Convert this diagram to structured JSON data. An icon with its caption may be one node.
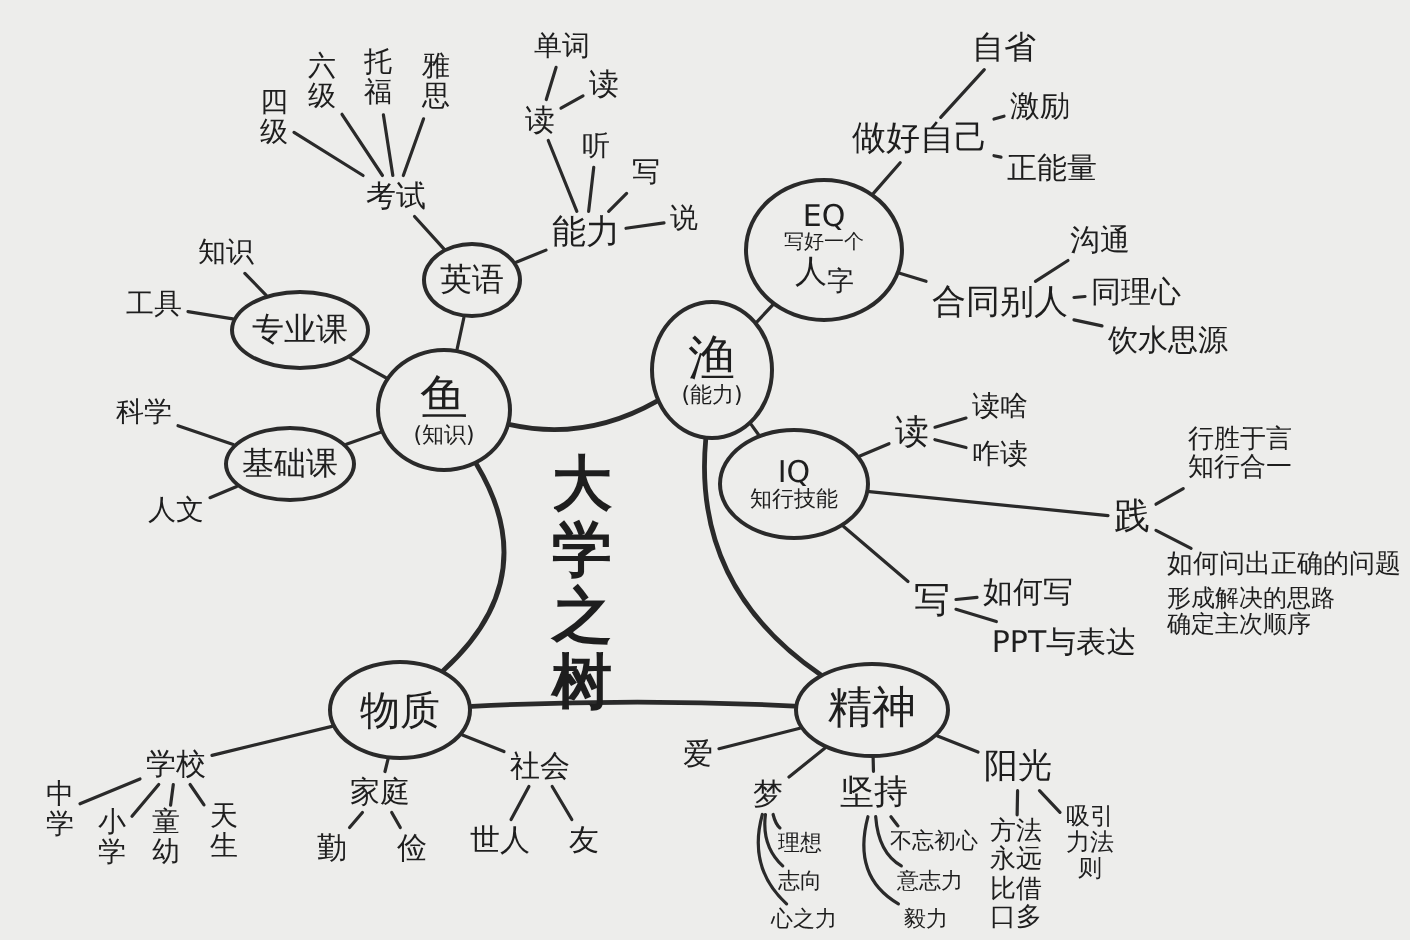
{
  "diagram": {
    "title": "大学之树",
    "nodes": [
      {
        "text": [
          "鱼",
          "(知识)"
        ]
      },
      {
        "text": [
          "英语"
        ]
      },
      {
        "text": [
          "考试"
        ]
      },
      {
        "text": [
          "四级"
        ]
      },
      {
        "text": [
          "六级"
        ]
      },
      {
        "text": [
          "托福"
        ]
      },
      {
        "text": [
          "雅思"
        ]
      },
      {
        "text": [
          "能力"
        ]
      },
      {
        "text": [
          "读"
        ]
      },
      {
        "text": [
          "单词"
        ]
      },
      {
        "text": [
          "读"
        ]
      },
      {
        "text": [
          "听"
        ]
      },
      {
        "text": [
          "写"
        ]
      },
      {
        "text": [
          "说"
        ]
      },
      {
        "text": [
          "专业课"
        ]
      },
      {
        "text": [
          "知识"
        ]
      },
      {
        "text": [
          "工具"
        ]
      },
      {
        "text": [
          "基础课"
        ]
      },
      {
        "text": [
          "科学"
        ]
      },
      {
        "text": [
          "人文"
        ]
      },
      {
        "text": [
          "渔",
          "(能力)"
        ]
      },
      {
        "text": [
          "EQ",
          "写好一个",
          "人$_{字}$"
        ]
      },
      {
        "text": [
          "做好自己"
        ]
      },
      {
        "text": [
          "自省"
        ]
      },
      {
        "text": [
          "激励"
        ]
      },
      {
        "text": [
          "正能量"
        ]
      },
      {
        "text": [
          "合同别人"
        ]
      },
      {
        "text": [
          "沟通"
        ]
      },
      {
        "text": [
          "同理心"
        ]
      },
      {
        "text": [
          "饮水思源"
        ]
      },
      {
        "text": [
          "IQ",
          "知行技能"
        ]
      },
      {
        "text": [
          "读"
        ]
      },
      {
        "text": [
          "读啥"
        ]
      },
      {
        "text": [
          "咋读"
        ]
      },
      {
        "text": [
          "践"
        ]
      },
      {
        "text": [
          "行胜于言",
          "知行合一"
        ]
      },
      {
        "text": [
          "如何问出正确的问题",
          "形成解决的思路确定主次顺序"
        ]
      },
      {
        "text": [
          "写"
        ]
      },
      {
        "text": [
          "如何写"
        ]
      },
      {
        "text": [
          "PPT与表达"
        ]
      },
      {
        "text": [
          "物质"
        ]
      },
      {
        "text": [
          "学校"
        ]
      },
      {
        "text": [
          "中学"
        ]
      },
      {
        "text": [
          "小学"
        ]
      },
      {
        "text": [
          "童幼"
        ]
      },
      {
        "text": [
          "天生"
        ]
      },
      {
        "text": [
          "家庭"
        ]
      },
      {
        "text": [
          "勤"
        ]
      },
      {
        "text": [
          "俭"
        ]
      },
      {
        "text": [
          "社会"
        ]
      },
      {
        "text": [
          "世人"
        ]
      },
      {
        "text": [
          "友"
        ]
      },
      {
        "text": [
          "精神"
        ]
      },
      {
        "text": [
          "爱"
        ]
      },
      {
        "text": [
          "梦"
        ]
      },
      {
        "text": [
          "理想"
        ]
      },
      {
        "text": [
          "志向"
        ]
      },
      {
        "text": [
          "心之力"
        ]
      },
      {
        "text": [
          "坚持"
        ]
      },
      {
        "text": [
          "不忘初心"
        ]
      },
      {
        "text": [
          "意志力"
        ]
      },
      {
        "text": [
          "毅力"
        ]
      },
      {
        "text": [
          "阳光"
        ]
      },
      {
        "text": [
          "方法永远比借口多"
        ]
      },
      {
        "text": [
          "吸引力法则"
        ]
      }
    ],
    "edges": [
      {
        "from": 0,
        "to": 20,
        "arrow": "none"
      },
      {
        "from": 0,
        "to": 40,
        "arrow": "none"
      },
      {
        "from": 20,
        "to": 52,
        "arrow": "none"
      },
      {
        "from": 40,
        "to": 52,
        "arrow": "none"
      },
      {
        "from": 0,
        "to": 1,
        "arrow": "none"
      },
      {
        "from": 1,
        "to": 2,
        "arrow": "none"
      },
      {
        "from": 2,
        "to": 3,
        "arrow": "none"
      },
      {
        "from": 2,
        "to": 4,
        "arrow": "none"
      },
      {
        "from": 2,
        "to": 5,
        "arrow": "none"
      },
      {
        "from": 2,
        "to": 6,
        "arrow": "none"
      },
      {
        "from": 1,
        "to": 7,
        "arrow": "none"
      },
      {
        "from": 7,
        "to": 8,
        "arrow": "none"
      },
      {
        "from": 8,
        "to": 9,
        "arrow": "none"
      },
      {
        "from": 8,
        "to": 10,
        "arrow": "none"
      },
      {
        "from": 7,
        "to": 11,
        "arrow": "none"
      },
      {
        "from": 7,
        "to": 12,
        "arrow": "none"
      },
      {
        "from": 7,
        "to": 13,
        "arrow": "none"
      },
      {
        "from": 0,
        "to": 14,
        "arrow": "none"
      },
      {
        "from": 14,
        "to": 15,
        "arrow": "none"
      },
      {
        "from": 14,
        "to": 16,
        "arrow": "none"
      },
      {
        "from": 0,
        "to": 17,
        "arrow": "none"
      },
      {
        "from": 17,
        "to": 18,
        "arrow": "none"
      },
      {
        "from": 17,
        "to": 19,
        "arrow": "none"
      },
      {
        "from": 20,
        "to": 21,
        "arrow": "none"
      },
      {
        "from": 21,
        "to": 22,
        "arrow": "none"
      },
      {
        "from": 22,
        "to": 23,
        "arrow": "none"
      },
      {
        "from": 22,
        "to": 24,
        "arrow": "none"
      },
      {
        "from": 22,
        "to": 25,
        "arrow": "none"
      },
      {
        "from": 21,
        "to": 26,
        "arrow": "none"
      },
      {
        "from": 26,
        "to": 27,
        "arrow": "none"
      },
      {
        "from": 26,
        "to": 28,
        "arrow": "none"
      },
      {
        "from": 26,
        "to": 29,
        "arrow": "none"
      },
      {
        "from": 20,
        "to": 30,
        "arrow": "none"
      },
      {
        "from": 30,
        "to": 31,
        "arrow": "none"
      },
      {
        "from": 31,
        "to": 32,
        "arrow": "none"
      },
      {
        "from": 31,
        "to": 33,
        "arrow": "none"
      },
      {
        "from": 30,
        "to": 34,
        "arrow": "none"
      },
      {
        "from": 34,
        "to": 35,
        "arrow": "none"
      },
      {
        "from": 34,
        "to": 36,
        "arrow": "none"
      },
      {
        "from": 30,
        "to": 37,
        "arrow": "none"
      },
      {
        "from": 37,
        "to": 38,
        "arrow": "none"
      },
      {
        "from": 37,
        "to": 39,
        "arrow": "none"
      },
      {
        "from": 40,
        "to": 41,
        "arrow": "none"
      },
      {
        "from": 41,
        "to": 42,
        "arrow": "none"
      },
      {
        "from": 41,
        "to": 43,
        "arrow": "none"
      },
      {
        "from": 41,
        "to": 44,
        "arrow": "none"
      },
      {
        "from": 41,
        "to": 45,
        "arrow": "none"
      },
      {
        "from": 40,
        "to": 46,
        "arrow": "none"
      },
      {
        "from": 46,
        "to": 47,
        "arrow": "none"
      },
      {
        "from": 46,
        "to": 48,
        "arrow": "none"
      },
      {
        "from": 40,
        "to": 49,
        "arrow": "none"
      },
      {
        "from": 49,
        "to": 50,
        "arrow": "none"
      },
      {
        "from": 49,
        "to": 51,
        "arrow": "none"
      },
      {
        "from": 52,
        "to": 53,
        "arrow": "none"
      },
      {
        "from": 52,
        "to": 54,
        "arrow": "none"
      },
      {
        "from": 54,
        "to": 55,
        "arrow": "none"
      },
      {
        "from": 54,
        "to": 56,
        "arrow": "none"
      },
      {
        "from": 54,
        "to": 57,
        "arrow": "none"
      },
      {
        "from": 52,
        "to": 58,
        "arrow": "none"
      },
      {
        "from": 58,
        "to": 59,
        "arrow": "none"
      },
      {
        "from": 58,
        "to": 60,
        "arrow": "none"
      },
      {
        "from": 58,
        "to": 61,
        "arrow": "none"
      },
      {
        "from": 52,
        "to": 62,
        "arrow": "none"
      },
      {
        "from": 62,
        "to": 63,
        "arrow": "none"
      },
      {
        "from": 62,
        "to": 64,
        "arrow": "none"
      }
    ]
  }
}
